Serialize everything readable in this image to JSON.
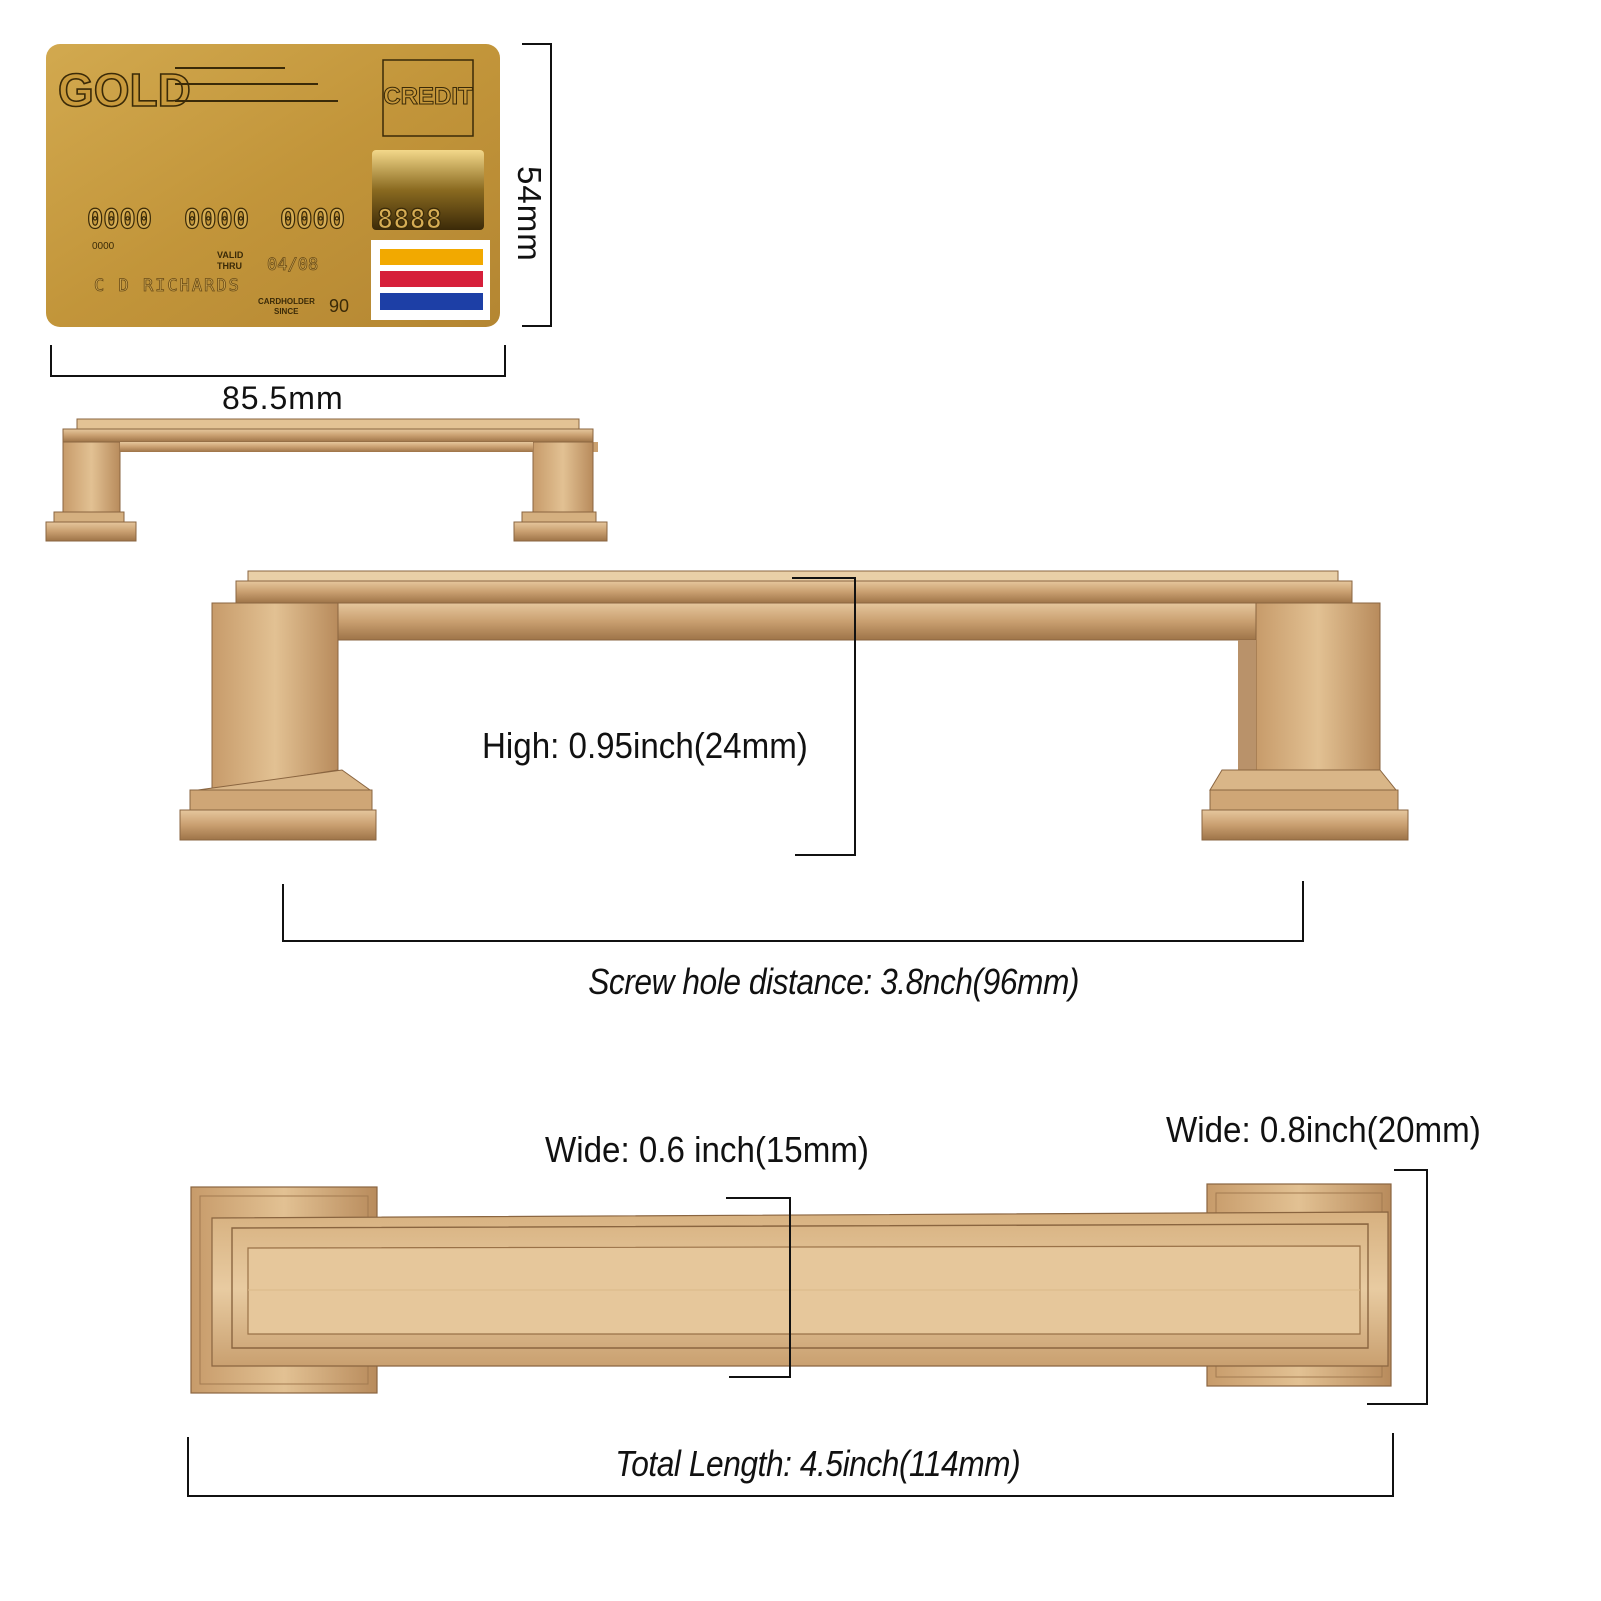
{
  "card": {
    "brand": "GOLD",
    "type_label": "CREDIT",
    "number_groups": [
      "0000",
      "0000",
      "0000",
      "8888"
    ],
    "small_number": "0000",
    "valid_label_1": "VALID",
    "valid_label_2": "THRU",
    "valid_date": "04/08",
    "holder_name": "C D RICHARDS",
    "since_label_1": "CARDHOLDER",
    "since_label_2": "SINCE",
    "since_year": "90"
  },
  "dimensions": {
    "card_height": "54mm",
    "card_width": "85.5mm",
    "height": "High: 0.95inch(24mm)",
    "screw_hole_distance": "Screw hole distance: 3.8nch(96mm)",
    "bar_width": "Wide: 0.6 inch(15mm)",
    "base_width": "Wide: 0.8inch(20mm)",
    "total_length": "Total Length: 4.5inch(114mm)"
  },
  "colors": {
    "gold_light": "#dcb98a",
    "gold_mid": "#c49a6c",
    "gold_dark": "#8a6540",
    "card_gold": "#c99a3c",
    "stripe_yellow": "#f2a900",
    "stripe_red": "#d61f3a",
    "stripe_blue": "#1d3fa6"
  }
}
